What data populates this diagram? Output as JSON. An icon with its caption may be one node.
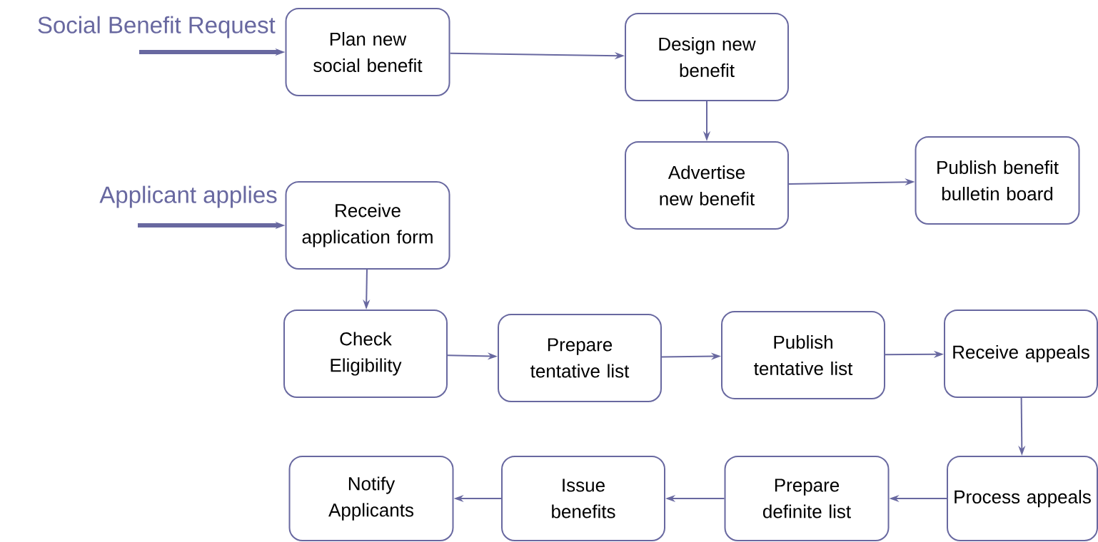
{
  "diagram": {
    "nodes": [
      {
        "text": [
          "Plan new social benefit"
        ]
      },
      {
        "text": [
          "Design new benefit"
        ]
      },
      {
        "text": [
          "Advertise new benefit"
        ]
      },
      {
        "text": [
          "Publish benefit bulletin board"
        ]
      },
      {
        "text": [
          "Receive application form"
        ]
      },
      {
        "text": [
          "Check Eligibility"
        ]
      },
      {
        "text": [
          "Prepare tentative list"
        ]
      },
      {
        "text": [
          "Publish tentative list"
        ]
      },
      {
        "text": [
          "Receive appeals"
        ]
      },
      {
        "text": [
          "Process appeals"
        ]
      },
      {
        "text": [
          "Prepare definite list"
        ]
      },
      {
        "text": [
          "Issue benefits"
        ]
      },
      {
        "text": [
          "Notify Applicants"
        ]
      }
    ],
    "edges": [
      {
        "from": null,
        "to": 0,
        "arrow": "to",
        "style": "thick"
      },
      {
        "from": 0,
        "to": 1,
        "arrow": "to"
      },
      {
        "from": 1,
        "to": 2,
        "arrow": "to"
      },
      {
        "from": 2,
        "to": 3,
        "arrow": "to"
      },
      {
        "from": null,
        "to": 4,
        "arrow": "to",
        "style": "thick"
      },
      {
        "from": 4,
        "to": 5,
        "arrow": "to"
      },
      {
        "from": 5,
        "to": 6,
        "arrow": "to"
      },
      {
        "from": 6,
        "to": 7,
        "arrow": "to"
      },
      {
        "from": 7,
        "to": 8,
        "arrow": "to"
      },
      {
        "from": 8,
        "to": 9,
        "arrow": "to"
      },
      {
        "from": 9,
        "to": 10,
        "arrow": "to"
      },
      {
        "from": 10,
        "to": 11,
        "arrow": "to"
      },
      {
        "from": 11,
        "to": 12,
        "arrow": "to"
      }
    ],
    "labels": [
      "Social Benefit Request",
      "Applicant applies"
    ]
  }
}
